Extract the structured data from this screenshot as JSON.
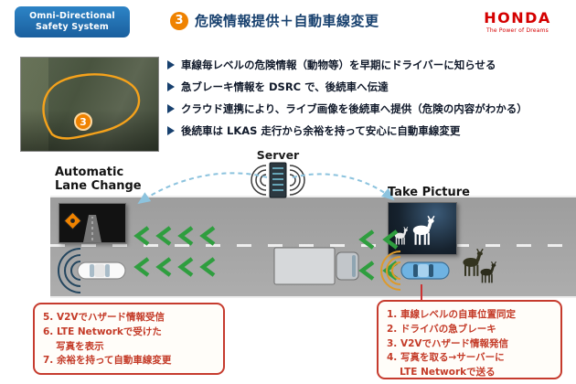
{
  "header": {
    "badge_line1": "Omni-Directional",
    "badge_line2": "Safety System",
    "title_number": "3",
    "title_text": "危険情報提供＋自動車線変更",
    "brand_name": "HONDA",
    "brand_tagline": "The Power of Dreams"
  },
  "overview": {
    "map_marker": "3",
    "bullets": [
      "車線毎レベルの危険情報（動物等）を早期にドライバーに知らせる",
      "急ブレーキ情報を DSRC で、後続車へ伝達",
      "クラウド連携により、ライブ画像を後続車へ提供（危険の内容がわかる）",
      "後続車は LKAS 走行から余裕を持って安心に自動車線変更"
    ]
  },
  "diagram": {
    "server_label": "Server",
    "lane_change_line1": "Automatic",
    "lane_change_line2": "Lane Change",
    "take_picture_label": "Take Picture"
  },
  "callouts": {
    "left_lines": [
      "5. V2Vでハザード情報受信",
      "6. LTE Networkで受けた",
      "　 写真を表示",
      "7. 余裕を持って自動車線変更"
    ],
    "right_lines": [
      "1. 車線レベルの自車位置同定",
      "2. ドライバの急ブレーキ",
      "3. V2Vでハザード情報発信",
      "4. 写真を取る→サーバーに",
      "　 LTE Networkで送る"
    ]
  },
  "colors": {
    "badge_blue": "#1f6cb4",
    "title_navy": "#17406e",
    "honda_red": "#d40000",
    "marker_orange": "#ef8200",
    "callout_red": "#c43b28",
    "chevron_green": "#2f9e3f",
    "road_gray": "#a6a6a6"
  }
}
